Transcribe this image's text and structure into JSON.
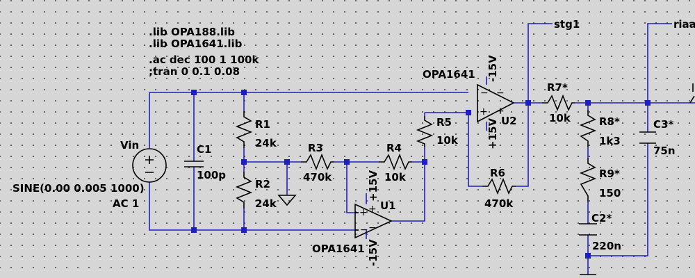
{
  "directives": [
    ".lib OPA188.lib",
    ".lib OPA1641.lib",
    ".ac dec 100 1 100k",
    ";tran 0 0.1 0.08"
  ],
  "source": {
    "name": "Vin",
    "wave": "SINE(0.00 0.005 1000)",
    "ac": "AC 1"
  },
  "components": {
    "c1": {
      "name": "C1",
      "value": "100p"
    },
    "r1": {
      "name": "R1",
      "value": "24k"
    },
    "r2": {
      "name": "R2",
      "value": "24k"
    },
    "r3": {
      "name": "R3",
      "value": "470k"
    },
    "r4": {
      "name": "R4",
      "value": "10k"
    },
    "r5": {
      "name": "R5",
      "value": "10k"
    },
    "r6": {
      "name": "R6",
      "value": "470k"
    },
    "r7": {
      "name": "R7*",
      "value": "10k"
    },
    "r8": {
      "name": "R8*",
      "value": "1k3"
    },
    "r9": {
      "name": "R9*",
      "value": "150"
    },
    "c2": {
      "name": "C2*",
      "value": "220n"
    },
    "c3": {
      "name": "C3*",
      "value": "75n"
    }
  },
  "opamps": {
    "u1": {
      "name": "U1",
      "model": "OPA1641",
      "vplus": "+15V",
      "vminus": "-15V"
    },
    "u2": {
      "name": "U2",
      "model": "OPA1641",
      "vplus": "+15V",
      "vminus": "-15V"
    }
  },
  "nets": {
    "stg1": "stg1",
    "riaa": "riaa"
  },
  "colors": {
    "wire": "#1f1fbf",
    "background": "#d6d6d6",
    "part": "#000000"
  }
}
